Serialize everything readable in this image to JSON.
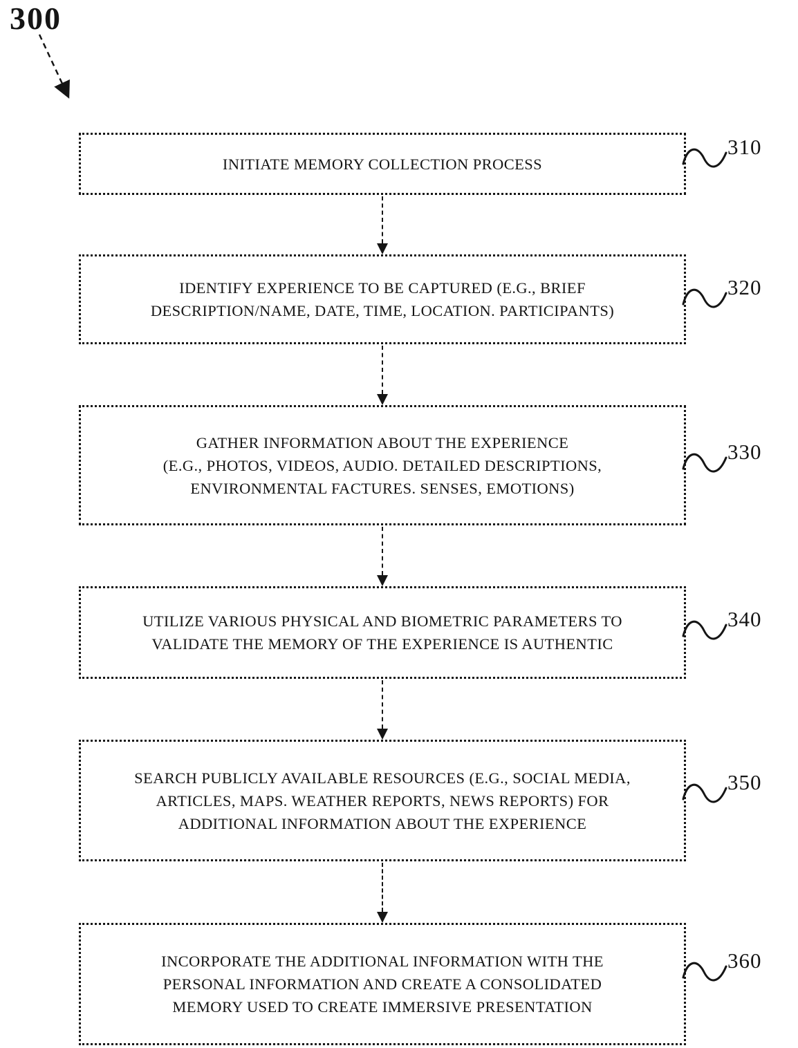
{
  "figure": {
    "label": "300"
  },
  "flowchart": {
    "steps": [
      {
        "ref": "310",
        "lines": [
          "INITIATE MEMORY COLLECTION PROCESS"
        ]
      },
      {
        "ref": "320",
        "lines": [
          "IDENTIFY EXPERIENCE TO BE CAPTURED (E.G., BRIEF",
          "DESCRIPTION/NAME, DATE, TIME, LOCATION. PARTICIPANTS)"
        ]
      },
      {
        "ref": "330",
        "lines": [
          "GATHER INFORMATION ABOUT THE EXPERIENCE",
          "(E.G., PHOTOS, VIDEOS, AUDIO. DETAILED DESCRIPTIONS,",
          "ENVIRONMENTAL FACTURES. SENSES, EMOTIONS)"
        ]
      },
      {
        "ref": "340",
        "lines": [
          "UTILIZE VARIOUS PHYSICAL AND BIOMETRIC PARAMETERS TO",
          "VALIDATE THE MEMORY OF THE EXPERIENCE IS AUTHENTIC"
        ]
      },
      {
        "ref": "350",
        "lines": [
          "SEARCH PUBLICLY AVAILABLE RESOURCES (E.G., SOCIAL MEDIA,",
          "ARTICLES, MAPS. WEATHER REPORTS, NEWS REPORTS) FOR",
          "ADDITIONAL INFORMATION ABOUT THE EXPERIENCE"
        ]
      },
      {
        "ref": "360",
        "lines": [
          "INCORPORATE THE ADDITIONAL INFORMATION WITH THE",
          "PERSONAL INFORMATION AND CREATE A CONSOLIDATED",
          "MEMORY USED TO CREATE IMMERSIVE PRESENTATION"
        ]
      }
    ]
  },
  "colors": {
    "ink": "#151515",
    "background": "#ffffff"
  }
}
